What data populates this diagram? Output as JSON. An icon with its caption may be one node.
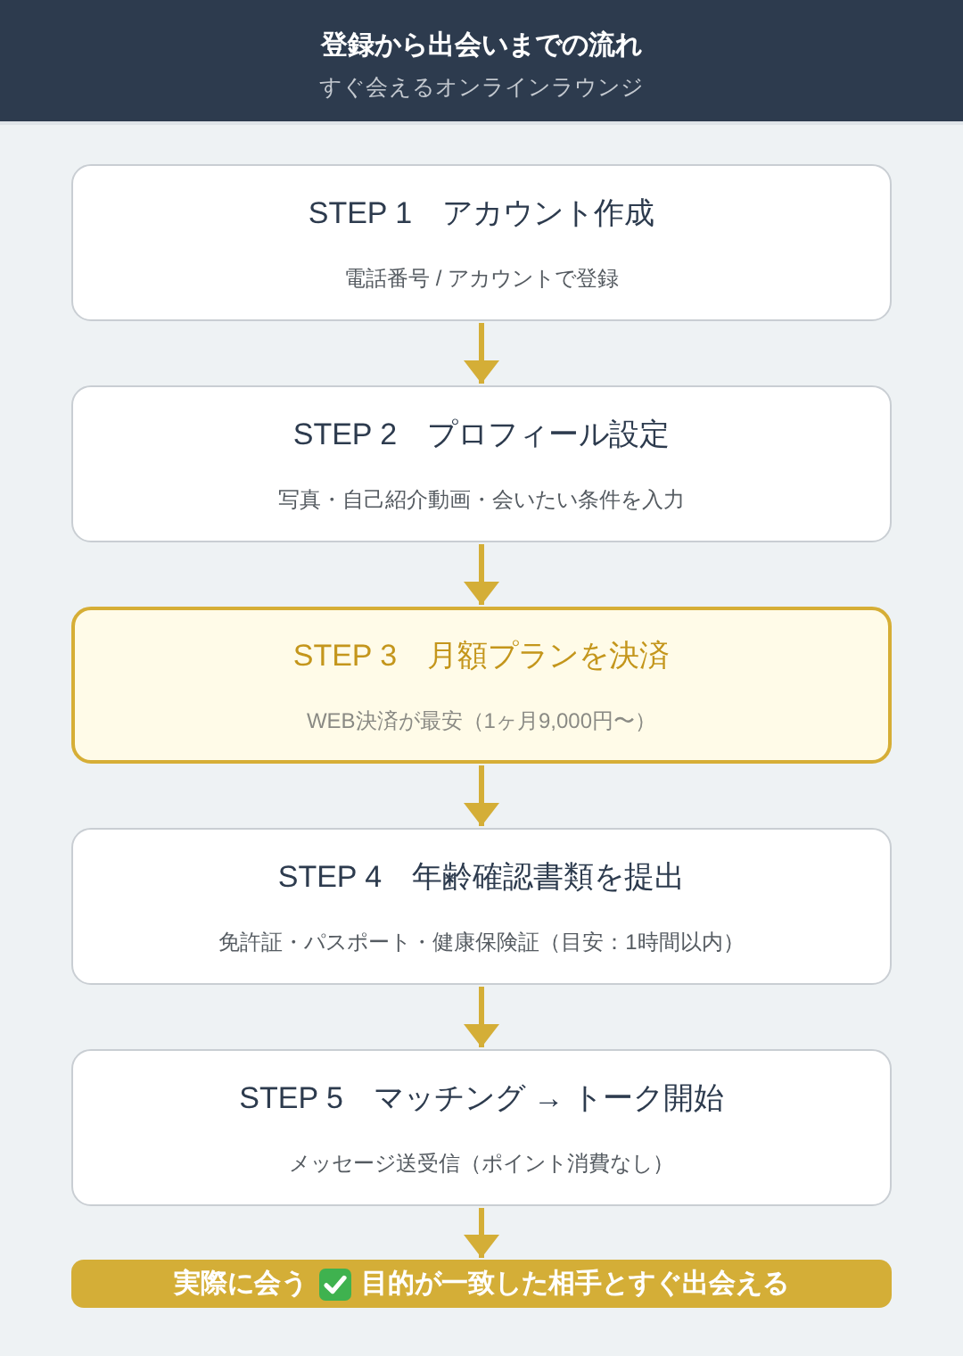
{
  "diagram": {
    "title": "登録から出会いまでの流れ",
    "nodes": [
      {
        "text": [
          "STEP 1　アカウント作成",
          "電話番号 / アカウントで登録"
        ]
      },
      {
        "text": [
          "STEP 2　プロフィール設定",
          "写真・自己紹介動画・会いたい条件を入力"
        ]
      },
      {
        "text": [
          "STEP 3　月額プランを決済",
          "WEB決済が最安（1ヶ月9,000円〜）"
        ]
      },
      {
        "text": [
          "STEP 4　年齢確認書類を提出",
          "免許証・パスポート・健康保険証（目安：1時間以内）"
        ]
      },
      {
        "text": [
          "STEP 5　マッチング → トーク開始",
          "メッセージ送受信（ポイント消費なし）"
        ]
      },
      {
        "text": [
          "実際に会う",
          "目的が一致した相手とすぐ出会える"
        ]
      }
    ],
    "edges": [
      {
        "from": 0,
        "to": 1,
        "arrow": "to"
      },
      {
        "from": 1,
        "to": 2,
        "arrow": "to"
      },
      {
        "from": 2,
        "to": 3,
        "arrow": "to"
      },
      {
        "from": 3,
        "to": 4,
        "arrow": "to"
      },
      {
        "from": 4,
        "to": 5,
        "arrow": "to"
      }
    ],
    "labels": [
      "すぐ会えるオンラインラウンジ"
    ]
  }
}
